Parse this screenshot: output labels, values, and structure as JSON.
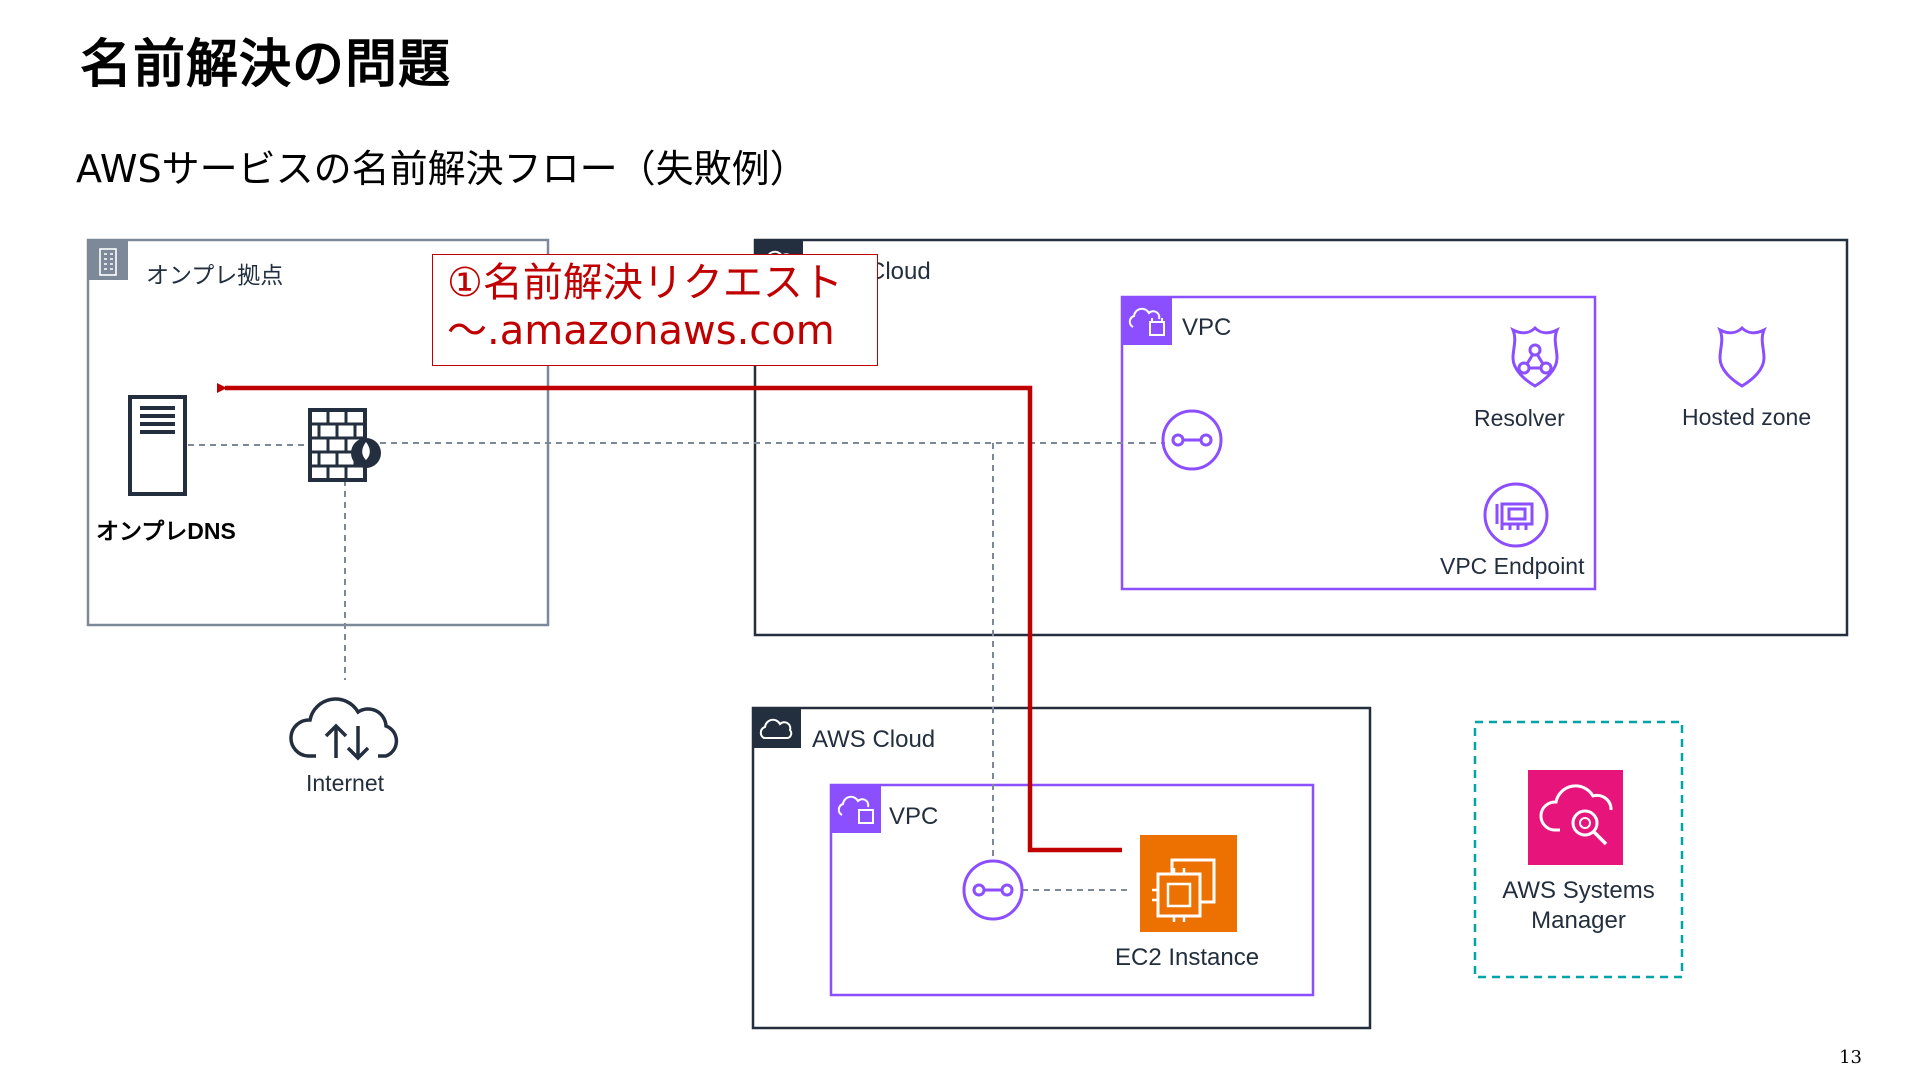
{
  "title": "名前解決の問題",
  "subtitle": "AWSサービスの名前解決フロー（失敗例）",
  "callout": {
    "line1": "①名前解決リクエスト",
    "line2": "～.amazonaws.com"
  },
  "onprem": {
    "group_label": "オンプレ拠点",
    "dns_label": "オンプレDNS"
  },
  "internet_label": "Internet",
  "cloud_top": {
    "label": "Cloud"
  },
  "vpc_top": {
    "label": "VPC",
    "resolver_label": "Resolver",
    "endpoint_label": "VPC Endpoint"
  },
  "hosted_zone_label": "Hosted zone",
  "cloud_bottom": {
    "label": "AWS Cloud"
  },
  "vpc_bottom": {
    "label": "VPC",
    "ec2_label": "EC2 Instance"
  },
  "ssm": {
    "line1": "AWS Systems",
    "line2": "Manager"
  },
  "page_number": "13",
  "colors": {
    "request_arrow": "#c00000",
    "vpc_border": "#8c4fff",
    "onprem_border": "#7d8998",
    "ec2_fill": "#ed7100",
    "ssm_fill": "#e7157b",
    "ssm_group_border": "#00a4a6"
  }
}
